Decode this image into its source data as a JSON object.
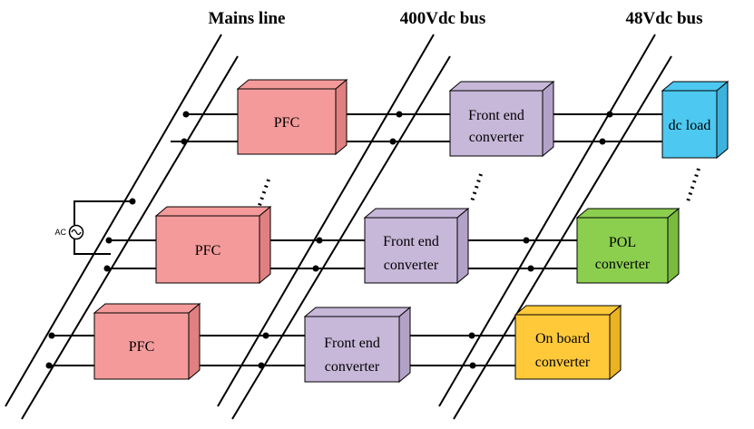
{
  "headers": {
    "mains": "Mains line",
    "bus400": "400Vdc bus",
    "bus48": "48Vdc bus"
  },
  "source": {
    "label": "AC",
    "icon": "ac-source-icon"
  },
  "blocks": {
    "pfc": "PFC",
    "fec_line1": "Front end",
    "fec_line2": "converter",
    "dc_load": "dc load",
    "pol_line1": "POL",
    "pol_line2": "converter",
    "onboard_line1": "On board",
    "onboard_line2": "converter"
  },
  "colors": {
    "pfc": "#f49a9a",
    "fec": "#c7b7d9",
    "dc_load": "#4dc8f0",
    "pol": "#8ccf4f",
    "onboard": "#ffc93a",
    "wire": "#000000"
  }
}
